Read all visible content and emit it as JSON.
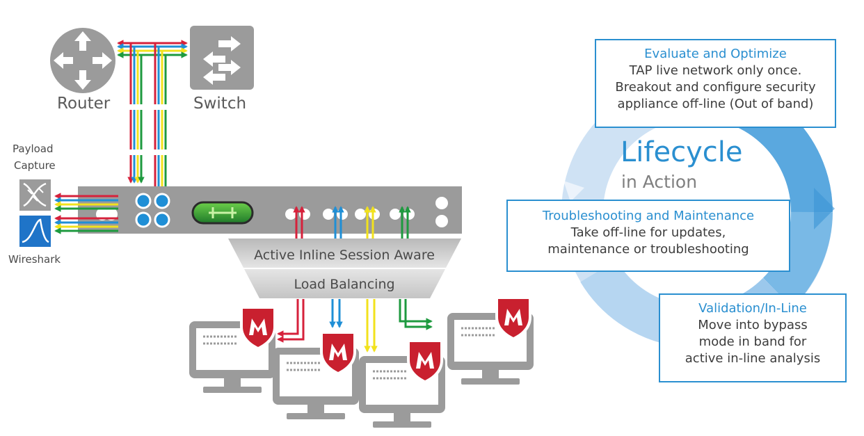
{
  "labels": {
    "router": "Router",
    "switch": "Switch",
    "payload_capture_line1": "Payload",
    "payload_capture_line2": "Capture",
    "wireshark": "Wireshark"
  },
  "load_balancer": {
    "line1": "Active Inline Session Aware",
    "line2": "Load Balancing"
  },
  "lifecycle": {
    "title": "Lifecycle",
    "subtitle": "in Action"
  },
  "boxes": {
    "evaluate": {
      "title": "Evaluate and Optimize",
      "lines": [
        "TAP live network only once.",
        "Breakout and configure security",
        "appliance off-line (Out of band)"
      ]
    },
    "troubleshooting": {
      "title": "Troubleshooting and Maintenance",
      "lines": [
        "Take off-line for updates,",
        "maintenance or troubleshooting"
      ]
    },
    "validation": {
      "title": "Validation/In-Line",
      "lines": [
        "Move into bypass",
        "mode in band for",
        "active in-line analysis"
      ]
    }
  },
  "colors": {
    "red": "#d6213b",
    "yellow": "#f2e21c",
    "blue": "#1f8fd6",
    "green": "#1e9a3f",
    "accent": "#2a8fd0",
    "device_gray": "#9b9b9b",
    "shield_red": "#c9202f"
  },
  "icons": [
    "router-icon",
    "switch-icon",
    "dna-icon",
    "wireshark-icon",
    "shield-icon",
    "monitor-icon"
  ]
}
